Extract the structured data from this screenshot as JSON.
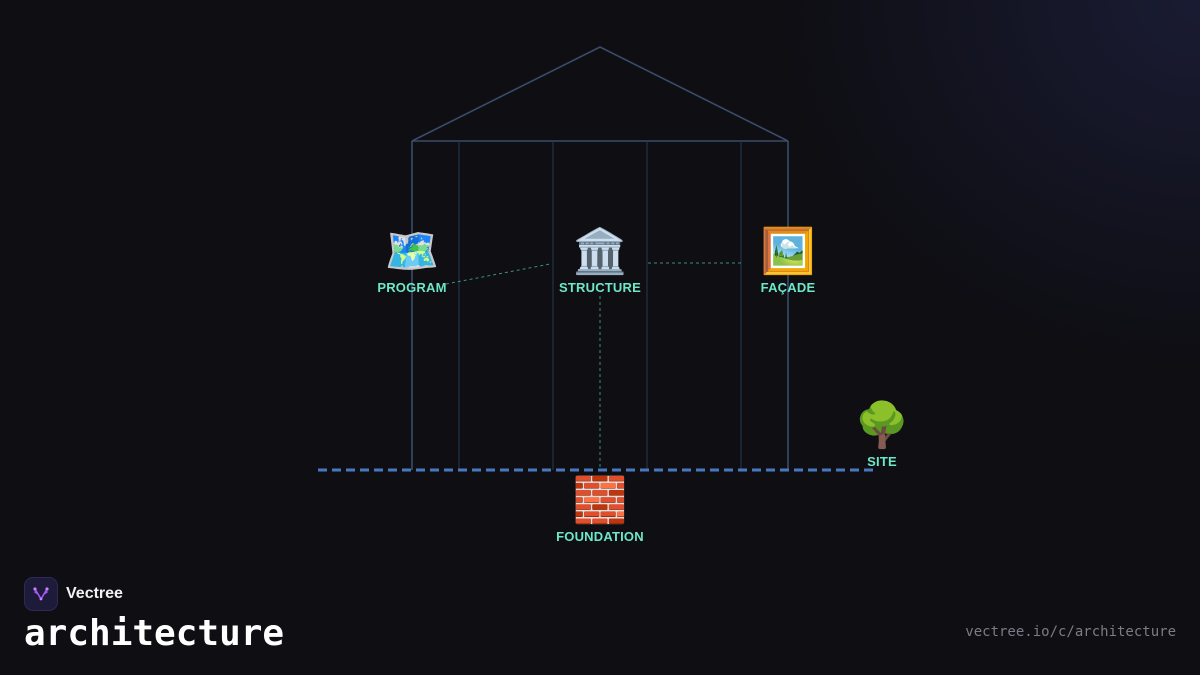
{
  "brand": {
    "name": "Vectree",
    "logo_icon": "vectree-branch-icon",
    "logo_color": "#a855f7"
  },
  "page": {
    "title": "architecture",
    "url": "vectree.io/c/architecture"
  },
  "colors": {
    "label": "#6ee7c9",
    "frame": "#3a4d6a",
    "ground": "#4a78c0",
    "connector": "#3f8f7f"
  },
  "nodes": {
    "program": {
      "label": "PROGRAM",
      "icon": "world-map-icon",
      "glyph": "🗺️"
    },
    "structure": {
      "label": "STRUCTURE",
      "icon": "classical-building-icon",
      "glyph": "🏛️"
    },
    "facade": {
      "label": "FAÇADE",
      "icon": "framed-picture-icon",
      "glyph": "🖼️"
    },
    "site": {
      "label": "SITE",
      "icon": "deciduous-tree-icon",
      "glyph": "🌳"
    },
    "foundation": {
      "label": "FOUNDATION",
      "icon": "brick-icon",
      "glyph": "🧱"
    }
  },
  "connections": [
    {
      "from": "program",
      "to": "structure"
    },
    {
      "from": "structure",
      "to": "facade"
    },
    {
      "from": "structure",
      "to": "foundation"
    }
  ]
}
